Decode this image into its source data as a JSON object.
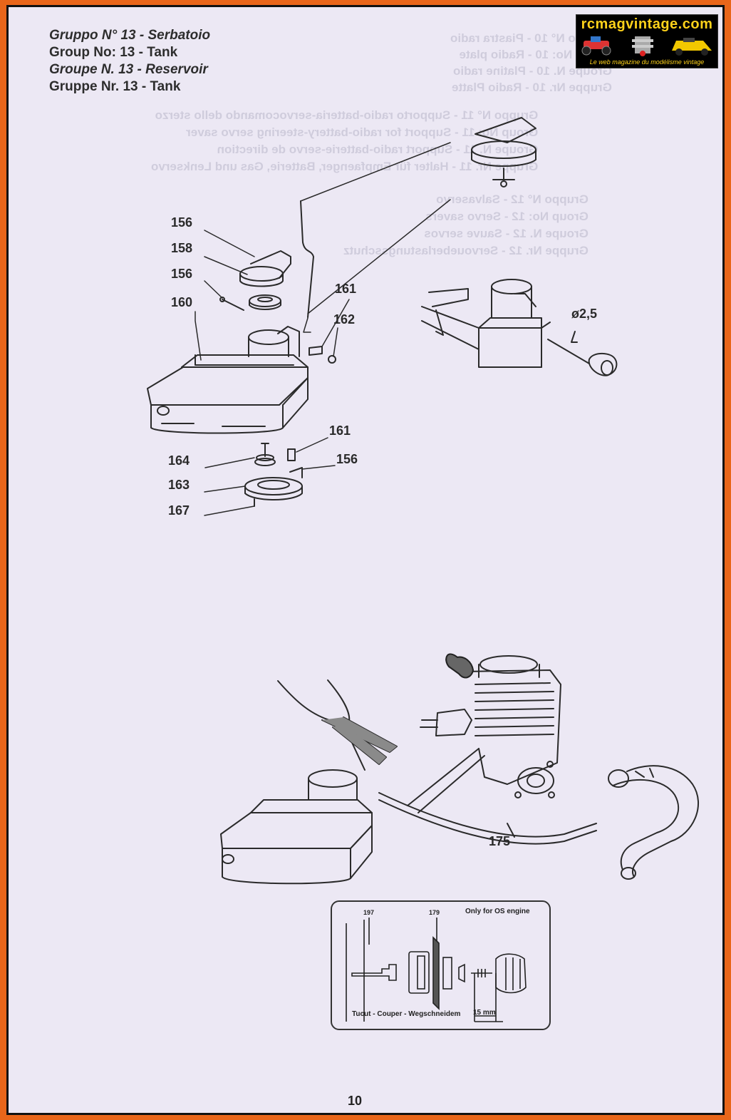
{
  "header": {
    "lines": [
      "Gruppo N° 13 - Serbatoio",
      "Group No: 13 - Tank",
      "Groupe N. 13 - Reservoir",
      "Gruppe Nr. 13 - Tank"
    ]
  },
  "logo": {
    "title": "rcmagvintage.com",
    "subtitle": "Le web magazine du modélisme vintage"
  },
  "parts": {
    "p156a": "156",
    "p158": "158",
    "p156b": "156",
    "p160": "160",
    "p161a": "161",
    "p162": "162",
    "p161b": "161",
    "p164": "164",
    "p156c": "156",
    "p163": "163",
    "p167": "167",
    "p175": "175",
    "dia": "ø2,5"
  },
  "inset": {
    "note": "Only for OS engine",
    "cut": "Tucut - Couper - Wegschneidem",
    "dim": "15 mm",
    "p197": "197",
    "p179": "179"
  },
  "page_number": "10"
}
